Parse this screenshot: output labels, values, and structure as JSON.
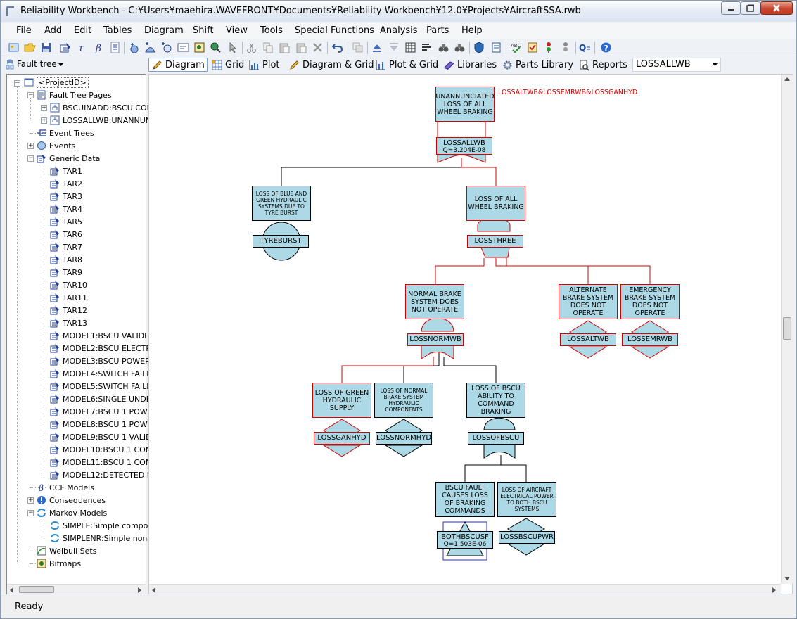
{
  "window": {
    "title": "Reliability Workbench - C:¥Users¥maehira.WAVEFRONT¥Documents¥Reliability Workbench¥12.0¥Projects¥AircraftSSA.rwb"
  },
  "menu": [
    "File",
    "Add",
    "Edit",
    "Tables",
    "Diagram",
    "Shift",
    "View",
    "Tools",
    "Special Functions",
    "Analysis",
    "Parts",
    "Help"
  ],
  "viewbar": {
    "fault_tree_select": "Fault tree",
    "tabs": [
      "Diagram",
      "Grid",
      "Plot",
      "Diagram & Grid",
      "Plot & Grid",
      "Libraries",
      "Parts Library",
      "Reports"
    ],
    "active_tab": "Diagram",
    "page_select": "LOSSALLWB"
  },
  "tree": {
    "root": "<ProjectID>",
    "fault_tree_pages": "Fault Tree Pages",
    "pages": [
      "BSCUINADD:BSCU COM",
      "LOSSALLWB:UNANNUN"
    ],
    "event_trees": "Event Trees",
    "events": "Events",
    "generic_data": "Generic Data",
    "generic_items": [
      "TAR1",
      "TAR2",
      "TAR3",
      "TAR4",
      "TAR5",
      "TAR6",
      "TAR7",
      "TAR8",
      "TAR9",
      "TAR10",
      "TAR11",
      "TAR12",
      "TAR13",
      "MODEL1:BSCU VALIDIT",
      "MODEL2:BSCU ELECTR",
      "MODEL3:BSCU POWER",
      "MODEL4:SWITCH FAILE",
      "MODEL5:SWITCH FAILE",
      "MODEL6:SINGLE UNDET",
      "MODEL7:BSCU 1 POWE",
      "MODEL8:BSCU 1 POWE",
      "MODEL9:BSCU 1 VALID",
      "MODEL10:BSCU 1 COM",
      "MODEL11:BSCU 1 COM",
      "MODEL12:DETECTED BS"
    ],
    "ccf_models": "CCF Models",
    "consequences": "Consequences",
    "markov_models": "Markov Models",
    "markov_items": [
      "SIMPLE:Simple compone",
      "SIMPLENR:Simple non-re"
    ],
    "weibull_sets": "Weibull Sets",
    "bitmaps": "Bitmaps"
  },
  "diagram": {
    "annotation": "LOSSALTWB&LOSSEMRWB&LOSSGANHYD",
    "top": {
      "desc": "UNANNUNCIATED LOSS OF ALL WHEEL BRAKING",
      "name": "LOSSALLWB",
      "q": "Q=3.204E-08"
    },
    "tyre_burst": {
      "desc": "LOSS OF BLUE AND GREEN HYDRAULIC SYSTEMS DUE TO TYRE BURST",
      "name": "TYREBURST"
    },
    "loss_all_wheel": {
      "desc": "LOSS OF ALL WHEEL BRAKING",
      "name": "LOSSTHREE"
    },
    "normal": {
      "desc": "NORMAL BRAKE SYSTEM DOES NOT OPERATE",
      "name": "LOSSNORMWB"
    },
    "alternate": {
      "desc": "ALTERNATE BRAKE SYSTEM DOES NOT OPERATE",
      "name": "LOSSALTWB"
    },
    "emergency": {
      "desc": "EMERGENCY BRAKE SYSTEM DOES NOT OPERATE",
      "name": "LOSSEMRWB"
    },
    "green_hyd": {
      "desc": "LOSS OF GREEN HYDRAULIC SUPPLY",
      "name": "LOSSGANHYD"
    },
    "normal_hyd": {
      "desc": "LOSS OF NORMAL BRAKE SYSTEM HYDRAULIC COMPONENTS",
      "name": "LOSSNORMHYD"
    },
    "bscu": {
      "desc": "LOSS OF BSCU ABILITY TO COMMAND BRAKING",
      "name": "LOSSOFBSCU"
    },
    "bscu_fault": {
      "desc": "BSCU FAULT CAUSES LOSS OF BRAKING COMMANDS",
      "name": "BOTHBSCUSF",
      "q": "Q=1.503E-06"
    },
    "bscu_power": {
      "desc": "LOSS OF AIRCRAFT ELECTRICAL POWER TO BOTH BSCU SYSTEMS",
      "name": "LOSSBSCUPWR"
    }
  },
  "status": "Ready",
  "colors": {
    "node_fill": "#add8e6",
    "highlight": "#d40000"
  }
}
